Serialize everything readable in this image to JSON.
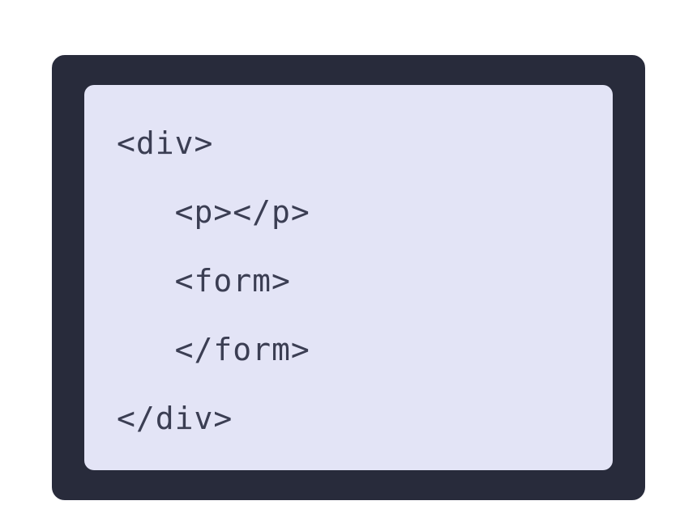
{
  "colors": {
    "card_bg": "#282b3b",
    "panel_bg": "#e3e4f6",
    "code_text": "#3b3e53",
    "card_outline": "#fdfdff"
  },
  "code": {
    "language": "html",
    "lines": [
      "<div>",
      "   <p></p>",
      "   <form>",
      "   </form>",
      "</div>"
    ]
  }
}
